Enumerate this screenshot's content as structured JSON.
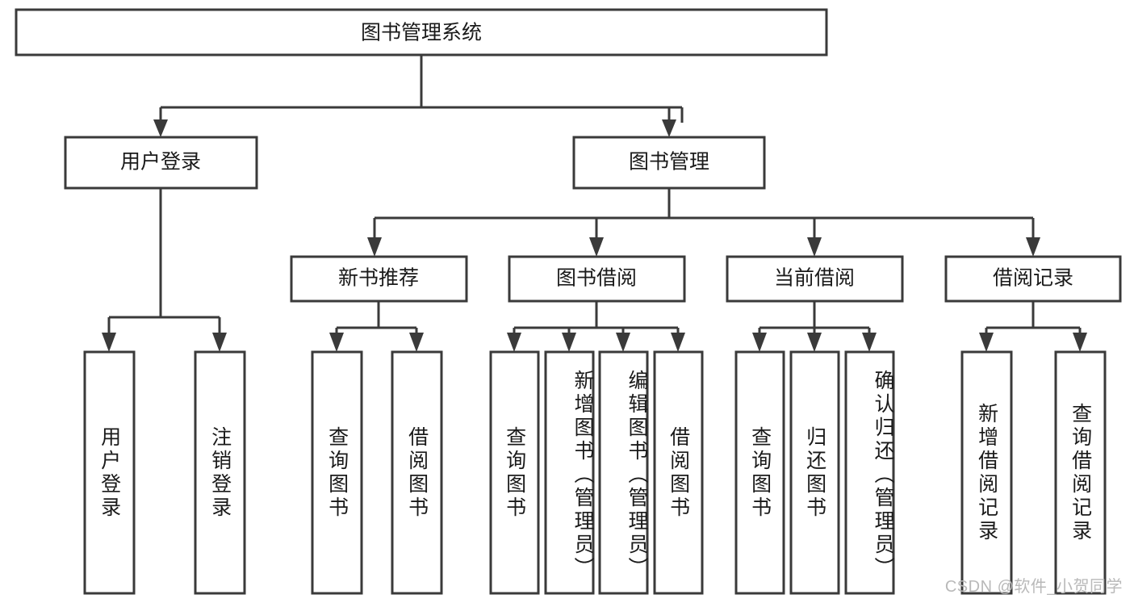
{
  "diagram": {
    "title": "图书管理系统",
    "type": "tree-hierarchy-chart",
    "watermark": "CSDN @软件_小贺同学",
    "colors": {
      "stroke": "#3a3a3a",
      "fill": "#ffffff",
      "text": "#1a1a1a",
      "watermark": "#b9b9b9",
      "background": "#ffffff"
    },
    "root": {
      "label": "图书管理系统"
    },
    "level2": [
      {
        "label": "用户登录"
      },
      {
        "label": "图书管理"
      }
    ],
    "level3": [
      {
        "label": "新书推荐"
      },
      {
        "label": "图书借阅"
      },
      {
        "label": "当前借阅"
      },
      {
        "label": "借阅记录"
      }
    ],
    "leaves": {
      "user_login": [
        {
          "label": "用户登录"
        },
        {
          "label": "注销登录"
        }
      ],
      "new_book_recommend": [
        {
          "label": "查询图书"
        },
        {
          "label": "借阅图书"
        }
      ],
      "book_borrow": [
        {
          "label": "查询图书"
        },
        {
          "label": "新增图书（管理员）"
        },
        {
          "label": "编辑图书（管理员）"
        },
        {
          "label": "借阅图书"
        }
      ],
      "current_borrow": [
        {
          "label": "查询图书"
        },
        {
          "label": "归还图书"
        },
        {
          "label": "确认归还（管理员）"
        }
      ],
      "borrow_record": [
        {
          "label": "新增借阅记录"
        },
        {
          "label": "查询借阅记录"
        }
      ]
    }
  }
}
